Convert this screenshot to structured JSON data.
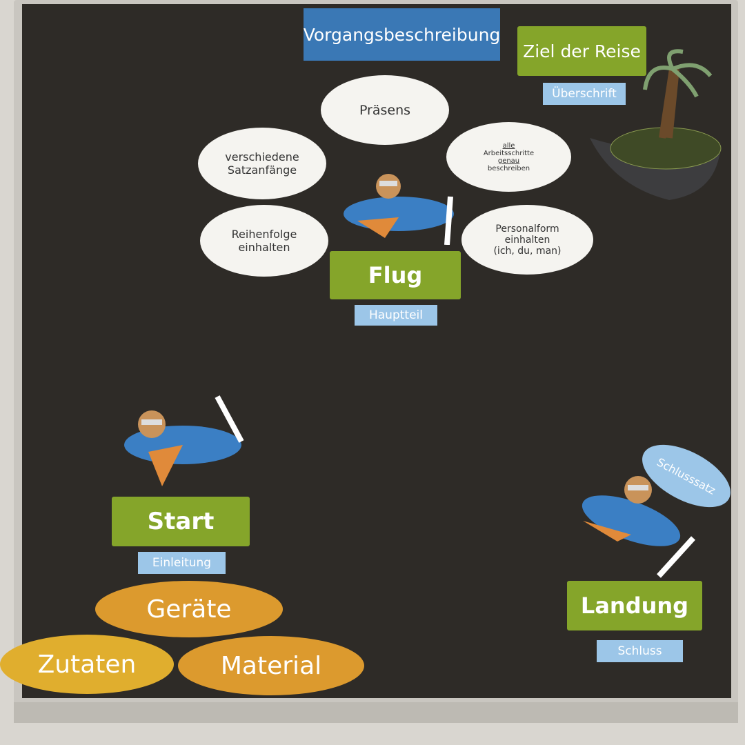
{
  "title": "Vorgangsbeschreibung",
  "ueberschrift": {
    "title": "Ziel der Reise",
    "label": "Überschrift"
  },
  "hauptteil": {
    "title": "Flug",
    "label": "Hauptteil"
  },
  "einleitung": {
    "title": "Start",
    "label": "Einleitung"
  },
  "schluss": {
    "title": "Landung",
    "label": "Schluss",
    "bubble": "Schlusssatz"
  },
  "clouds": {
    "praesens": "Präsens",
    "satzanfaenge": [
      "verschiedene",
      "Satzanfänge"
    ],
    "reihenfolge": [
      "Reihenfolge",
      "einhalten"
    ],
    "arbeitsschritte": [
      "alle",
      "Arbeitsschritte",
      "genau",
      "beschreiben"
    ],
    "personalform": [
      "Personalform",
      "einhalten",
      "(ich, du, man)"
    ]
  },
  "ovals": [
    "Geräte",
    "Zutaten",
    "Material"
  ],
  "colors": {
    "board": "#2e2b27",
    "green": "#85a52a",
    "blue": "#3a78b5",
    "orange": "#dc9a2e"
  }
}
